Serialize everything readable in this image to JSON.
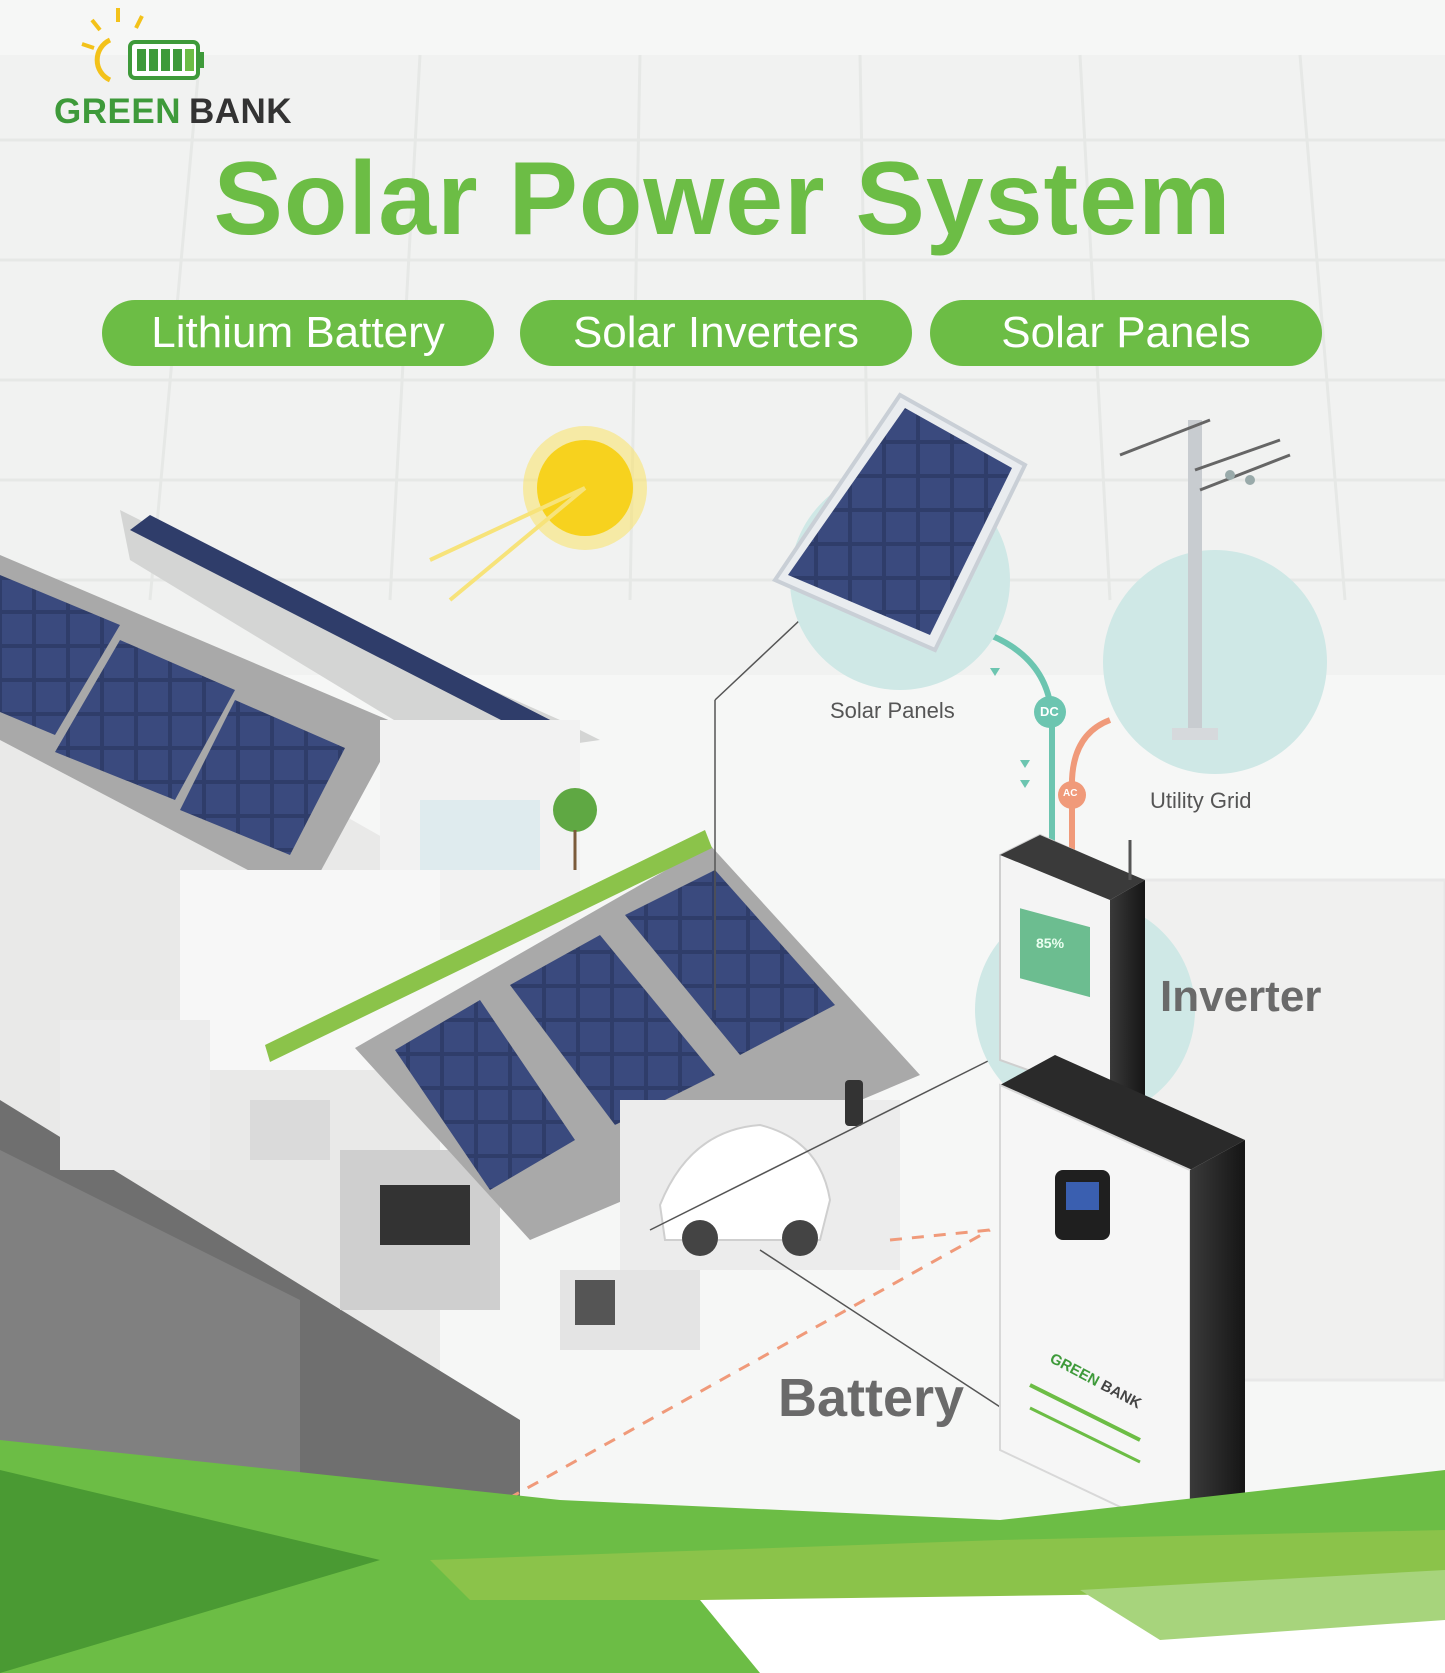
{
  "brand": {
    "name_part1": "GREEN",
    "name_part2": "BANK"
  },
  "headline": "Solar Power System",
  "categories": [
    "Lithium Battery",
    "Solar Inverters",
    "Solar Panels"
  ],
  "diagram_labels": {
    "solar_panels": "Solar Panels",
    "utility_grid": "Utility Grid",
    "inverter": "Inverter",
    "battery": "Battery",
    "dc": "DC",
    "ac": "AC",
    "inverter_screen": "85%"
  },
  "battery_brand": {
    "part1": "GREEN",
    "part2": "BANK"
  },
  "colors": {
    "accent_green": "#6cbd45",
    "dark_green": "#3e9a3a",
    "teal": "#6cc5b0",
    "ac_orange": "#f09a7a",
    "panel_blue": "#2f3d6a"
  }
}
